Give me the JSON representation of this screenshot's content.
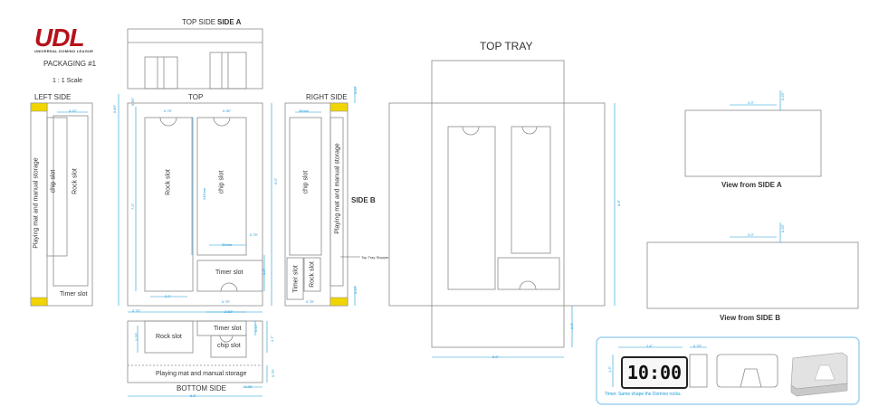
{
  "logo": {
    "mark": "UDL",
    "tagline": "UNIVERSAL DOMINO LEAGUE"
  },
  "header": {
    "packaging": "PACKAGING #1",
    "scale": "1 : 1 Scale"
  },
  "views": {
    "top_side": "TOP SIDE",
    "side_a": "SIDE A",
    "left_side": "LEFT SIDE",
    "top": "TOP",
    "right_side": "RIGHT SIDE",
    "side_b": "SIDE B",
    "bottom_side": "BOTTOM SIDE",
    "top_tray": "TOP TRAY",
    "view_side_a": "View from SIDE A",
    "view_side_b": "View from SIDE B"
  },
  "slots": {
    "rock": "Rock slot",
    "chip": "chip slot",
    "timer": "Timer slot",
    "playing_mat": "Playing mat and manual storage",
    "tray_stopper": "Top Tray Stopper"
  },
  "dimensions": {
    "d_420": "4.20\"",
    "d_080": "0.80\"",
    "d_035": "0.35\"",
    "d_075": "0.75\"",
    "d_70": "7.0\"",
    "d_142": "142mm",
    "d_39": "39mm",
    "d_60": "6.0\"",
    "d_12": "1.2\"",
    "d_20": "2.0\"",
    "d_260": "2.60\"",
    "d_58": "5.8\"",
    "d_025": "0.25\"",
    "d_125": "1.25\"",
    "d_17": "1.7\"",
    "d_045": "0.45\"",
    "d_24": "2.4\"",
    "d_13": "1.3\"",
    "d_36mm": "36mm",
    "d_88": "8.8\"",
    "d_025b": "0.25\""
  },
  "timer_panel": {
    "display": "10:00",
    "note": "Timer.  Same shape the Domino rocks."
  },
  "colors": {
    "dimension": "#1a9bd6",
    "accent_yellow": "#f2d500",
    "logo_red": "#b5121b",
    "panel_border": "#9fd4ef"
  }
}
